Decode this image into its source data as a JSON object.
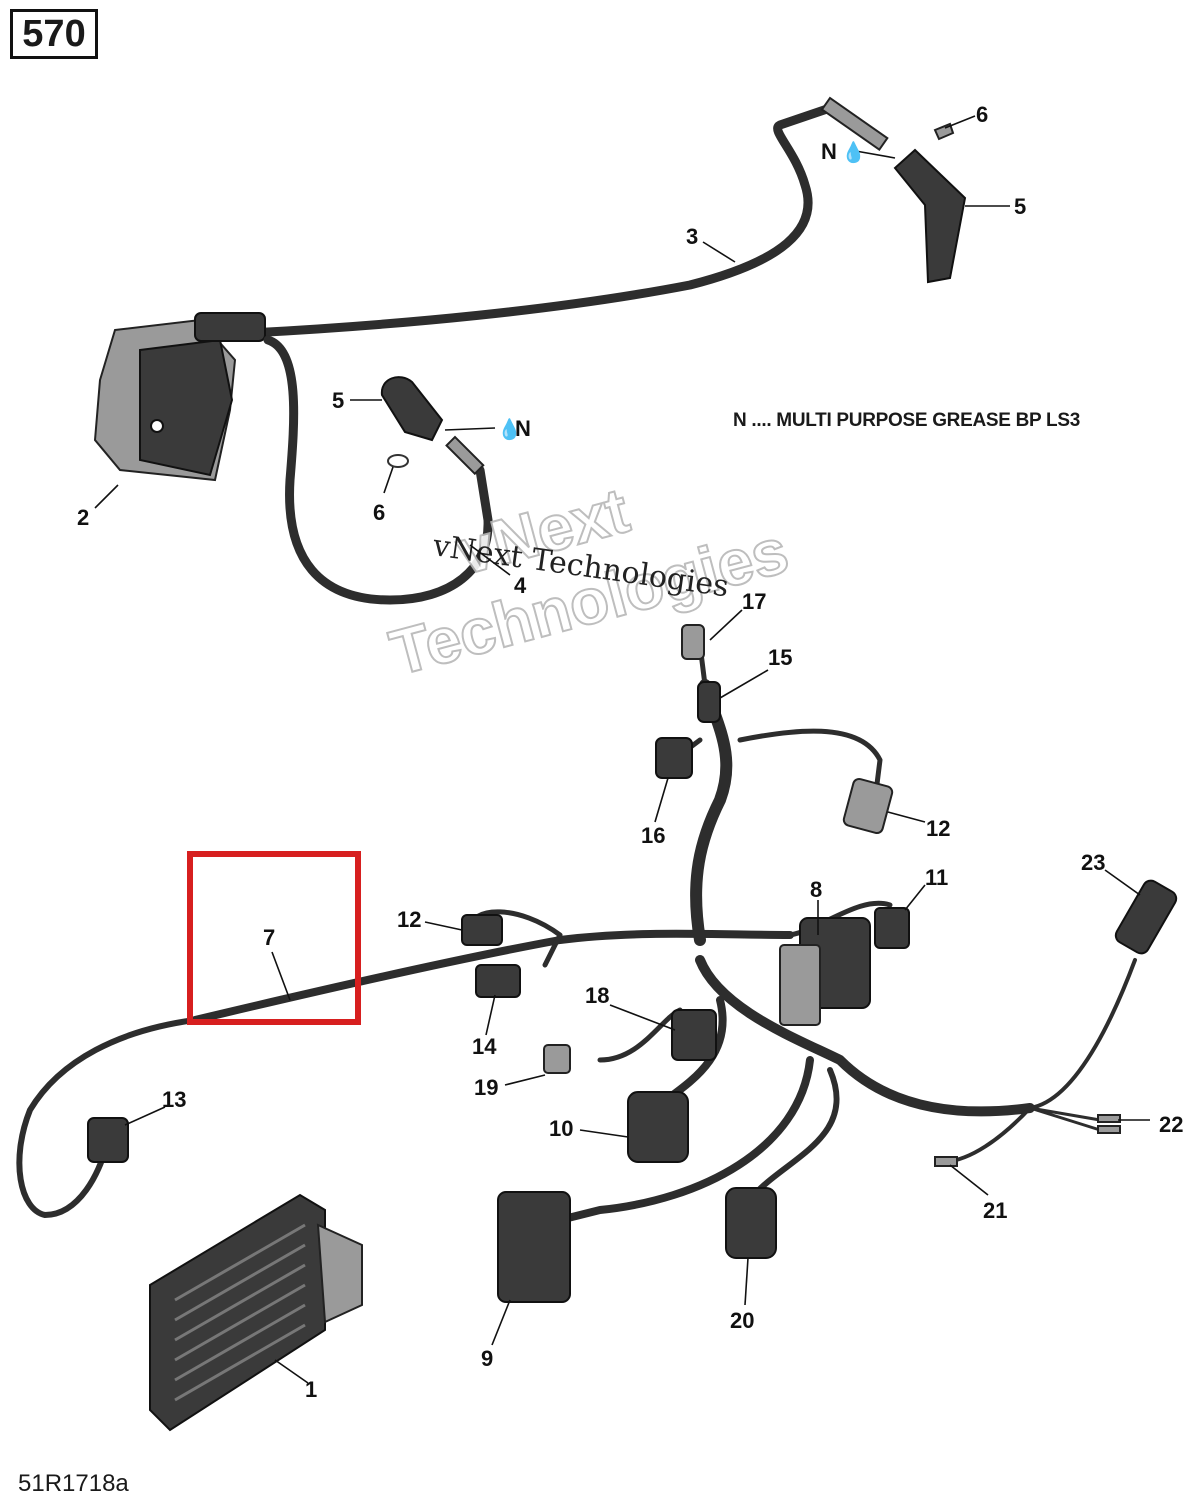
{
  "page_number": "570",
  "legend_text": "N .... MULTI PURPOSE GREASE BP LS3",
  "figure_id": "51R1718a",
  "watermark": {
    "large_line1": "vNext",
    "large_line2": "Technologies",
    "small": "vNext Technologies"
  },
  "highlight_color": "#d71f1f",
  "callouts": {
    "c1": "1",
    "c2": "2",
    "c3": "3",
    "c4": "4",
    "c5a": "5",
    "c5b": "5",
    "c6a": "6",
    "c6b": "6",
    "c7": "7",
    "c8": "8",
    "c9": "9",
    "c10": "10",
    "c11": "11",
    "c12a": "12",
    "c12b": "12",
    "c13": "13",
    "c14": "14",
    "c15": "15",
    "c16": "16",
    "c17": "17",
    "c18": "18",
    "c19": "19",
    "c20": "20",
    "c21": "21",
    "c22": "22",
    "c23": "23"
  },
  "grease_marks": {
    "top": "N",
    "middle": "N"
  }
}
